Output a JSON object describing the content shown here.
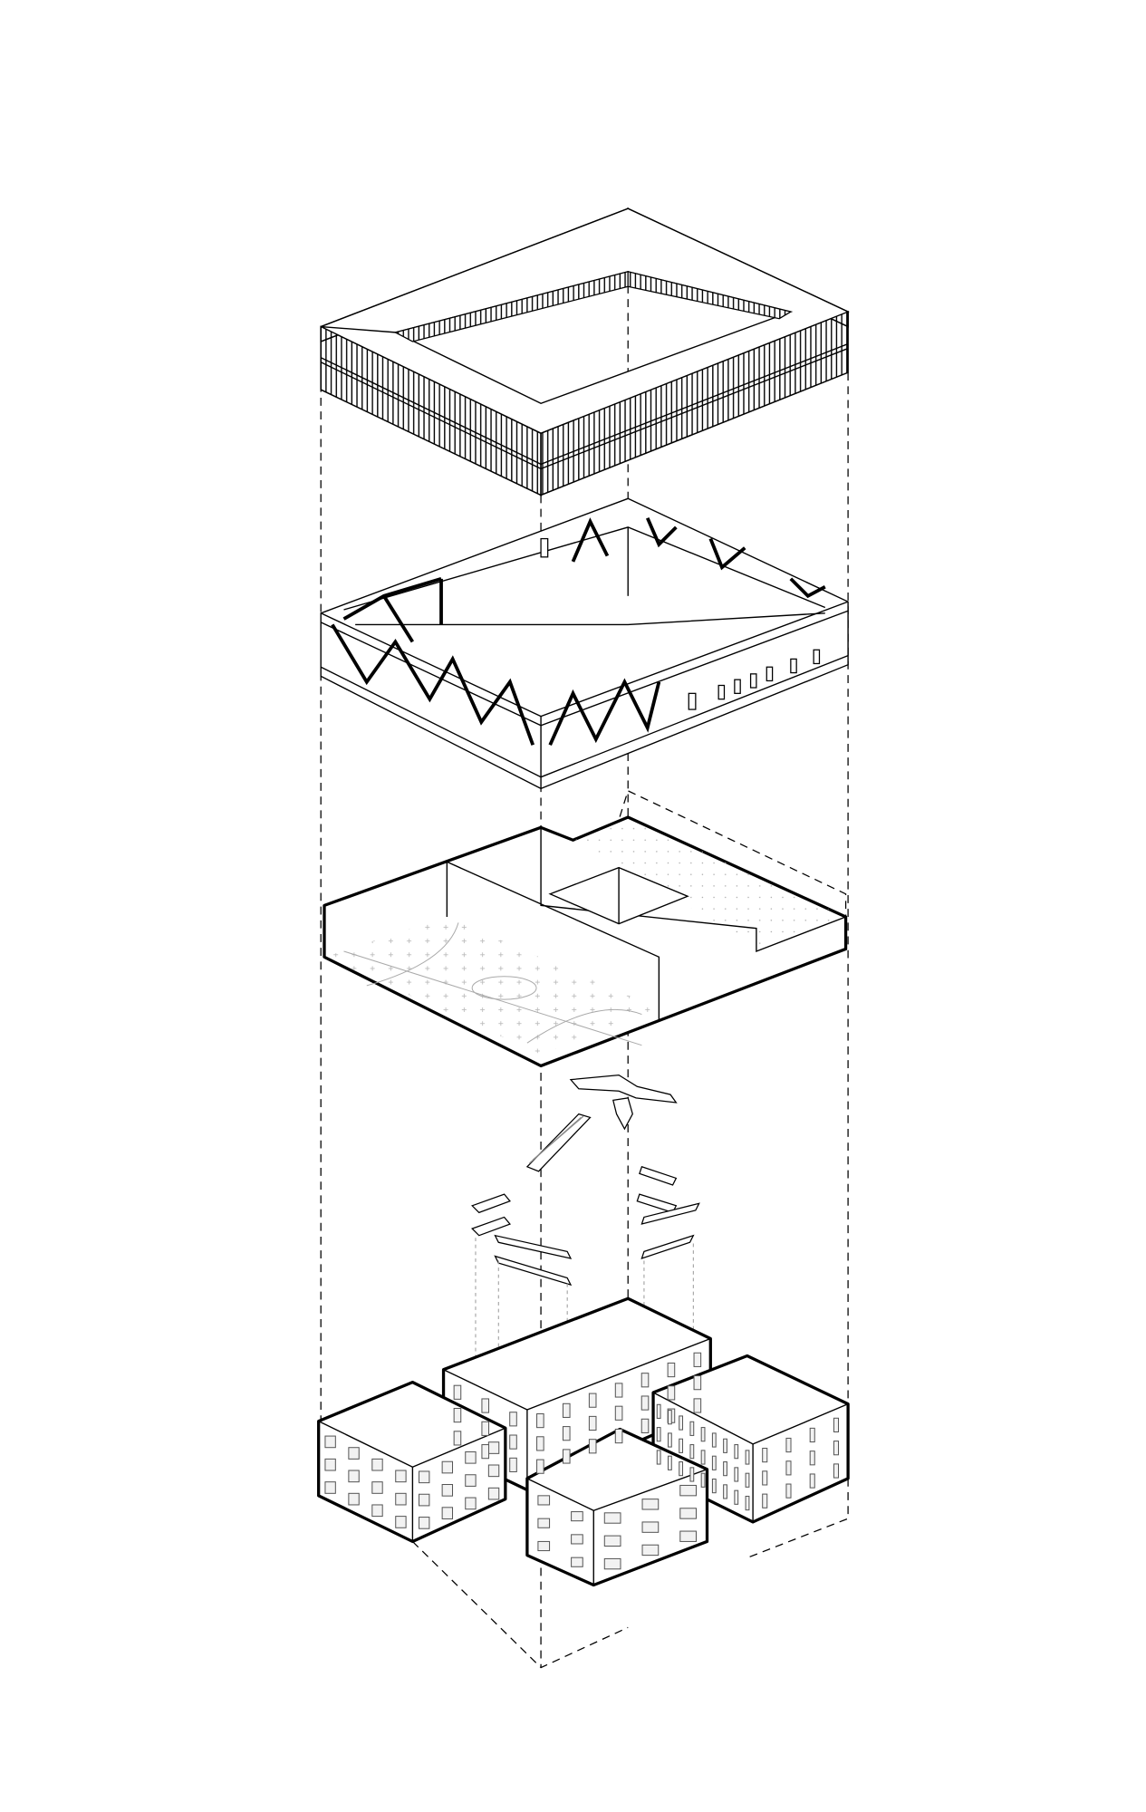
{
  "diagram": {
    "type": "exploded-axonometric",
    "layers": [
      "facade-screen",
      "roof-truss",
      "sports-hall-volume",
      "stairs-and-walkways",
      "existing-buildings"
    ],
    "colors": {
      "line": "#000000",
      "hatch": "#999999",
      "background": "#ffffff"
    }
  }
}
